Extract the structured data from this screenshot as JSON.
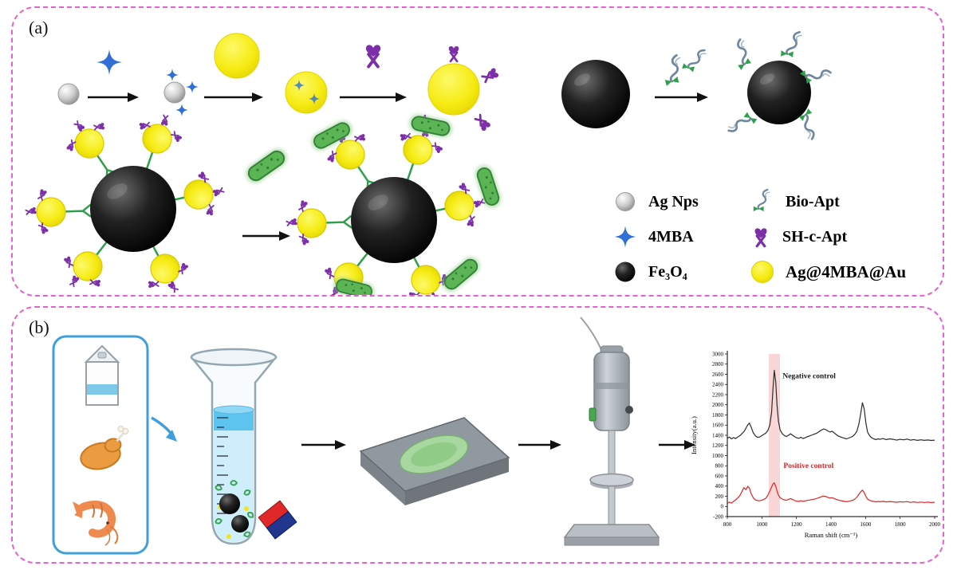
{
  "figure": {
    "panel_a_label": "(a)",
    "panel_b_label": "(b)"
  },
  "legend": {
    "items": [
      {
        "icon": "silver-sphere-icon",
        "label": "Ag Nps"
      },
      {
        "icon": "bio-apt-icon",
        "label": "Bio-Apt"
      },
      {
        "icon": "blue-star-icon",
        "label": "4MBA"
      },
      {
        "icon": "purple-apt-icon",
        "label": "SH-c-Apt"
      },
      {
        "icon": "black-sphere-icon",
        "label": "Fe₃O₄"
      },
      {
        "icon": "yellow-sphere-icon",
        "label": "Ag@4MBA@Au"
      }
    ]
  },
  "colors": {
    "panel_border": "#e75fd3",
    "food_box_border": "#3f9fdc",
    "star_blue": "#2f6fd6",
    "aptamer_purple": "#7c2fa8",
    "bacteria_green": "#5cb554",
    "magnet_red": "#e02828",
    "magnet_blue": "#20368f"
  },
  "chart_data": {
    "type": "line",
    "title": "",
    "xlabel": "Raman shift (cm⁻¹)",
    "ylabel": "Intensity(a.u.)",
    "xlim": [
      800,
      2000
    ],
    "ylim": [
      -200,
      3000
    ],
    "x_ticks": [
      800,
      1000,
      1200,
      1400,
      1600,
      1800,
      2000
    ],
    "y_ticks": [
      -200,
      0,
      200,
      400,
      600,
      800,
      1000,
      1200,
      1400,
      1600,
      1800,
      2000,
      2200,
      2400,
      2600,
      2800,
      3000
    ],
    "grid": false,
    "legend_position": "none",
    "highlight_band": {
      "x1": 1040,
      "x2": 1105,
      "color": "#f5b6b6"
    },
    "annotations": [
      {
        "text": "Negative control",
        "x": 1120,
        "y": 2520,
        "color": "#1a1a1a"
      },
      {
        "text": "Positive control",
        "x": 1125,
        "y": 760,
        "color": "#e02525"
      }
    ],
    "series": [
      {
        "name": "Negative control",
        "color": "#2b2b2b",
        "points": [
          [
            800,
            1340
          ],
          [
            812,
            1365
          ],
          [
            824,
            1330
          ],
          [
            836,
            1355
          ],
          [
            848,
            1335
          ],
          [
            860,
            1365
          ],
          [
            872,
            1390
          ],
          [
            884,
            1430
          ],
          [
            896,
            1470
          ],
          [
            908,
            1540
          ],
          [
            918,
            1605
          ],
          [
            928,
            1640
          ],
          [
            938,
            1560
          ],
          [
            950,
            1450
          ],
          [
            962,
            1390
          ],
          [
            974,
            1360
          ],
          [
            986,
            1365
          ],
          [
            998,
            1390
          ],
          [
            1010,
            1415
          ],
          [
            1022,
            1440
          ],
          [
            1034,
            1490
          ],
          [
            1046,
            1600
          ],
          [
            1056,
            1850
          ],
          [
            1064,
            2300
          ],
          [
            1072,
            2680
          ],
          [
            1080,
            2450
          ],
          [
            1088,
            1980
          ],
          [
            1096,
            1680
          ],
          [
            1106,
            1500
          ],
          [
            1118,
            1430
          ],
          [
            1130,
            1395
          ],
          [
            1142,
            1375
          ],
          [
            1154,
            1400
          ],
          [
            1166,
            1430
          ],
          [
            1178,
            1400
          ],
          [
            1190,
            1370
          ],
          [
            1202,
            1350
          ],
          [
            1214,
            1340
          ],
          [
            1226,
            1360
          ],
          [
            1238,
            1335
          ],
          [
            1250,
            1350
          ],
          [
            1262,
            1370
          ],
          [
            1274,
            1385
          ],
          [
            1286,
            1400
          ],
          [
            1298,
            1415
          ],
          [
            1310,
            1430
          ],
          [
            1322,
            1450
          ],
          [
            1334,
            1480
          ],
          [
            1346,
            1505
          ],
          [
            1358,
            1525
          ],
          [
            1370,
            1510
          ],
          [
            1382,
            1485
          ],
          [
            1394,
            1465
          ],
          [
            1406,
            1480
          ],
          [
            1418,
            1450
          ],
          [
            1430,
            1415
          ],
          [
            1442,
            1385
          ],
          [
            1454,
            1370
          ],
          [
            1466,
            1355
          ],
          [
            1478,
            1340
          ],
          [
            1490,
            1330
          ],
          [
            1502,
            1345
          ],
          [
            1514,
            1360
          ],
          [
            1526,
            1380
          ],
          [
            1538,
            1420
          ],
          [
            1550,
            1480
          ],
          [
            1562,
            1630
          ],
          [
            1572,
            1830
          ],
          [
            1582,
            2040
          ],
          [
            1592,
            1920
          ],
          [
            1602,
            1640
          ],
          [
            1612,
            1460
          ],
          [
            1624,
            1390
          ],
          [
            1636,
            1350
          ],
          [
            1648,
            1330
          ],
          [
            1660,
            1315
          ],
          [
            1672,
            1330
          ],
          [
            1684,
            1320
          ],
          [
            1700,
            1335
          ],
          [
            1720,
            1315
          ],
          [
            1740,
            1330
          ],
          [
            1760,
            1320
          ],
          [
            1780,
            1305
          ],
          [
            1800,
            1320
          ],
          [
            1820,
            1310
          ],
          [
            1840,
            1325
          ],
          [
            1860,
            1305
          ],
          [
            1880,
            1315
          ],
          [
            1900,
            1300
          ],
          [
            1920,
            1310
          ],
          [
            1940,
            1300
          ],
          [
            1960,
            1308
          ],
          [
            1980,
            1298
          ],
          [
            2000,
            1305
          ]
        ]
      },
      {
        "name": "Positive control",
        "color": "#e02525",
        "points": [
          [
            800,
            55
          ],
          [
            812,
            85
          ],
          [
            824,
            65
          ],
          [
            836,
            100
          ],
          [
            848,
            130
          ],
          [
            860,
            165
          ],
          [
            872,
            210
          ],
          [
            884,
            290
          ],
          [
            896,
            370
          ],
          [
            908,
            330
          ],
          [
            918,
            395
          ],
          [
            928,
            360
          ],
          [
            938,
            250
          ],
          [
            950,
            170
          ],
          [
            962,
            130
          ],
          [
            974,
            115
          ],
          [
            986,
            110
          ],
          [
            998,
            120
          ],
          [
            1010,
            135
          ],
          [
            1022,
            160
          ],
          [
            1034,
            215
          ],
          [
            1046,
            300
          ],
          [
            1056,
            380
          ],
          [
            1064,
            440
          ],
          [
            1072,
            465
          ],
          [
            1080,
            395
          ],
          [
            1088,
            300
          ],
          [
            1096,
            220
          ],
          [
            1106,
            170
          ],
          [
            1118,
            145
          ],
          [
            1130,
            130
          ],
          [
            1142,
            120
          ],
          [
            1154,
            140
          ],
          [
            1166,
            155
          ],
          [
            1178,
            135
          ],
          [
            1190,
            115
          ],
          [
            1202,
            105
          ],
          [
            1214,
            98
          ],
          [
            1226,
            112
          ],
          [
            1238,
            100
          ],
          [
            1250,
            108
          ],
          [
            1262,
            118
          ],
          [
            1274,
            125
          ],
          [
            1286,
            132
          ],
          [
            1298,
            140
          ],
          [
            1310,
            150
          ],
          [
            1322,
            162
          ],
          [
            1334,
            178
          ],
          [
            1346,
            192
          ],
          [
            1358,
            205
          ],
          [
            1370,
            195
          ],
          [
            1382,
            178
          ],
          [
            1394,
            165
          ],
          [
            1406,
            172
          ],
          [
            1418,
            158
          ],
          [
            1430,
            140
          ],
          [
            1442,
            125
          ],
          [
            1454,
            115
          ],
          [
            1466,
            108
          ],
          [
            1478,
            100
          ],
          [
            1490,
            92
          ],
          [
            1502,
            100
          ],
          [
            1514,
            110
          ],
          [
            1526,
            122
          ],
          [
            1538,
            145
          ],
          [
            1550,
            185
          ],
          [
            1562,
            240
          ],
          [
            1572,
            290
          ],
          [
            1582,
            320
          ],
          [
            1592,
            275
          ],
          [
            1602,
            195
          ],
          [
            1612,
            145
          ],
          [
            1624,
            118
          ],
          [
            1636,
            105
          ],
          [
            1648,
            98
          ],
          [
            1660,
            90
          ],
          [
            1672,
            98
          ],
          [
            1684,
            92
          ],
          [
            1700,
            100
          ],
          [
            1720,
            88
          ],
          [
            1740,
            96
          ],
          [
            1760,
            90
          ],
          [
            1780,
            82
          ],
          [
            1800,
            92
          ],
          [
            1820,
            85
          ],
          [
            1840,
            95
          ],
          [
            1860,
            80
          ],
          [
            1880,
            90
          ],
          [
            1900,
            78
          ],
          [
            1920,
            86
          ],
          [
            1940,
            78
          ],
          [
            1960,
            84
          ],
          [
            1980,
            76
          ],
          [
            2000,
            82
          ]
        ]
      }
    ]
  }
}
